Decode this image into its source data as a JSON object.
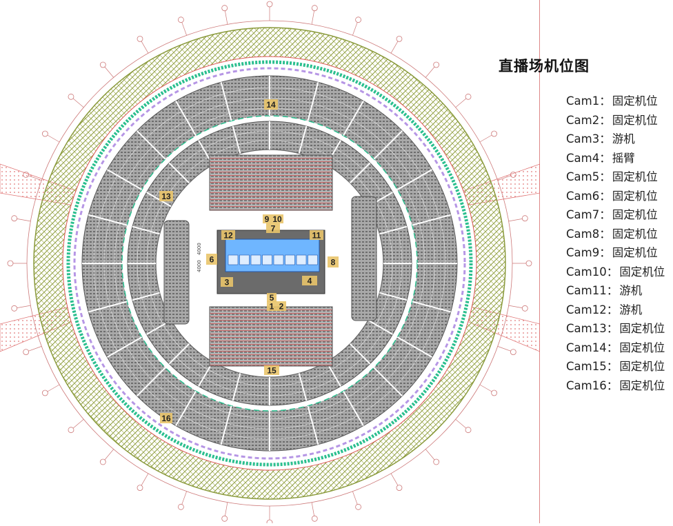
{
  "title": "直播场机位图",
  "cameras": [
    {
      "id": "Cam1",
      "sep": "：",
      "type": "固定机位"
    },
    {
      "id": "Cam2",
      "sep": "：",
      "type": "固定机位"
    },
    {
      "id": "Cam3",
      "sep": "：",
      "type": "游机"
    },
    {
      "id": "Cam4",
      "sep": "：",
      "type": "摇臂"
    },
    {
      "id": "Cam5",
      "sep": "：",
      "type": "固定机位"
    },
    {
      "id": "Cam6",
      "sep": "：",
      "type": "固定机位"
    },
    {
      "id": "Cam7",
      "sep": "：",
      "type": "固定机位"
    },
    {
      "id": "Cam8",
      "sep": "：",
      "type": "固定机位"
    },
    {
      "id": "Cam9",
      "sep": "：",
      "type": "固定机位"
    },
    {
      "id": "Cam10",
      "sep": "：",
      "type": "固定机位"
    },
    {
      "id": "Cam11",
      "sep": "：",
      "type": "游机"
    },
    {
      "id": "Cam12",
      "sep": "：",
      "type": "游机"
    },
    {
      "id": "Cam13",
      "sep": "：",
      "type": "固定机位"
    },
    {
      "id": "Cam14",
      "sep": "：",
      "type": "固定机位"
    },
    {
      "id": "Cam15",
      "sep": "：",
      "type": "固定机位"
    },
    {
      "id": "Cam16",
      "sep": "：",
      "type": "固定机位"
    }
  ],
  "plan": {
    "markers": [
      "1",
      "2",
      "3",
      "4",
      "5",
      "6",
      "7",
      "8",
      "9",
      "10",
      "11",
      "12",
      "13",
      "14",
      "15",
      "16"
    ],
    "dimension_labels": [
      "4000",
      "4000"
    ],
    "colors": {
      "outer_truss": "#8a9a3c",
      "seating": "#8f8f8f",
      "court": "#6fb6ff",
      "marker": "#e9c46a",
      "accent_red": "#d44",
      "accent_green": "#2bbf8f",
      "accent_purple": "#7a3fd0"
    }
  }
}
